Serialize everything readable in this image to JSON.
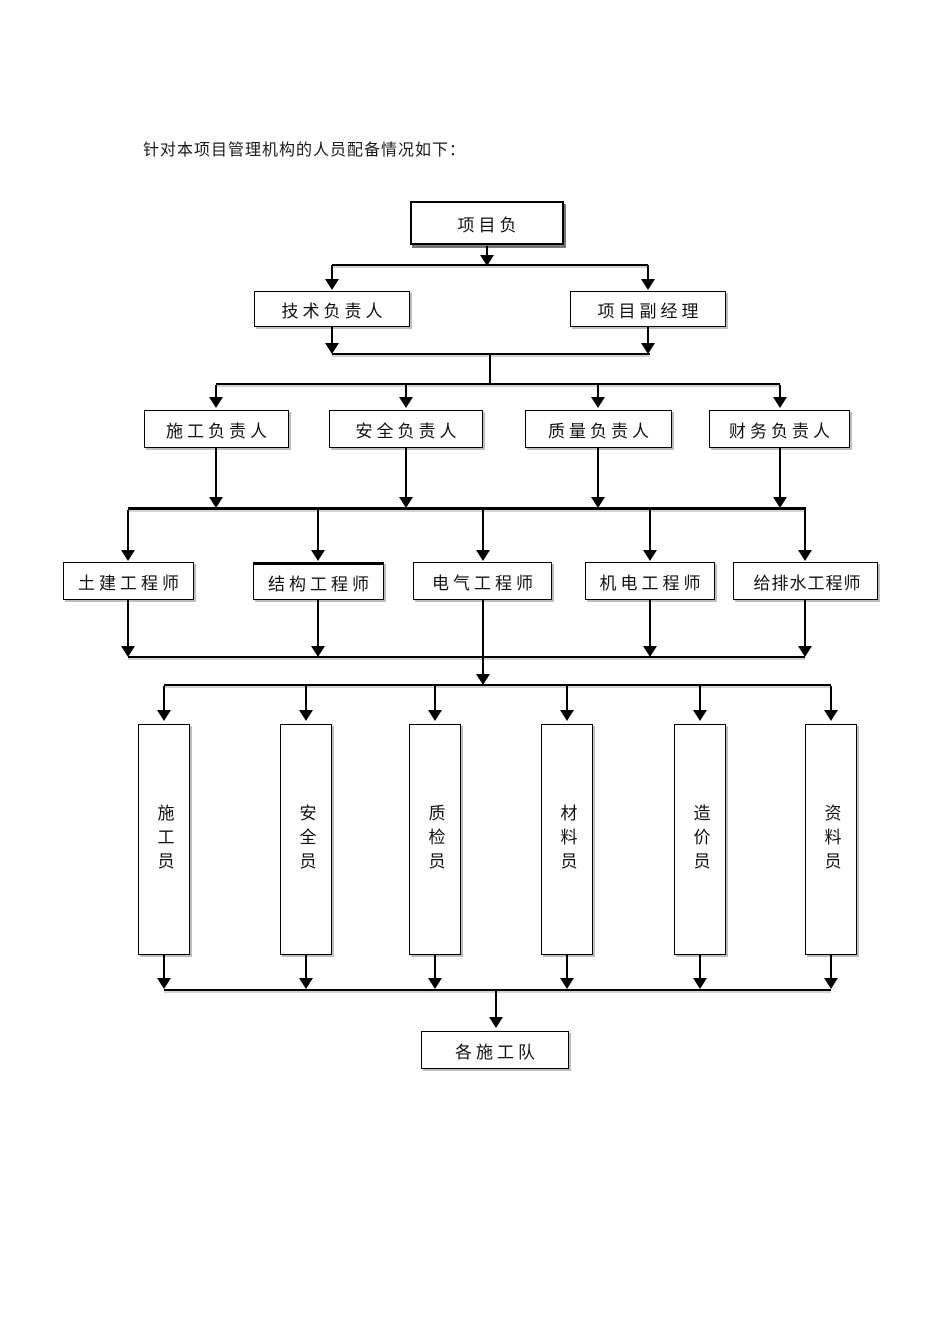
{
  "page": {
    "heading": "针对本项目管理机构的人员配备情况如下："
  },
  "org_chart": {
    "root": {
      "label": "项目负"
    },
    "level2": [
      {
        "label": "技术负责人"
      },
      {
        "label": "项目副经理"
      }
    ],
    "level3": [
      {
        "label": "施工负责人"
      },
      {
        "label": "安全负责人"
      },
      {
        "label": "质量负责人"
      },
      {
        "label": "财务负责人"
      }
    ],
    "level4": [
      {
        "label": "土建工程师"
      },
      {
        "label": "结构工程师"
      },
      {
        "label": "电气工程师"
      },
      {
        "label": "机电工程师"
      },
      {
        "label": "给排水工程师"
      }
    ],
    "level5": [
      {
        "label": "施工员"
      },
      {
        "label": "安全员"
      },
      {
        "label": "质检员"
      },
      {
        "label": "材料员"
      },
      {
        "label": "造价员"
      },
      {
        "label": "资料员"
      }
    ],
    "bottom": {
      "label": "各施工队"
    }
  },
  "colors": {
    "background": "#ffffff",
    "line": "#000000",
    "text": "#111111",
    "box_shadow": "#777777"
  }
}
